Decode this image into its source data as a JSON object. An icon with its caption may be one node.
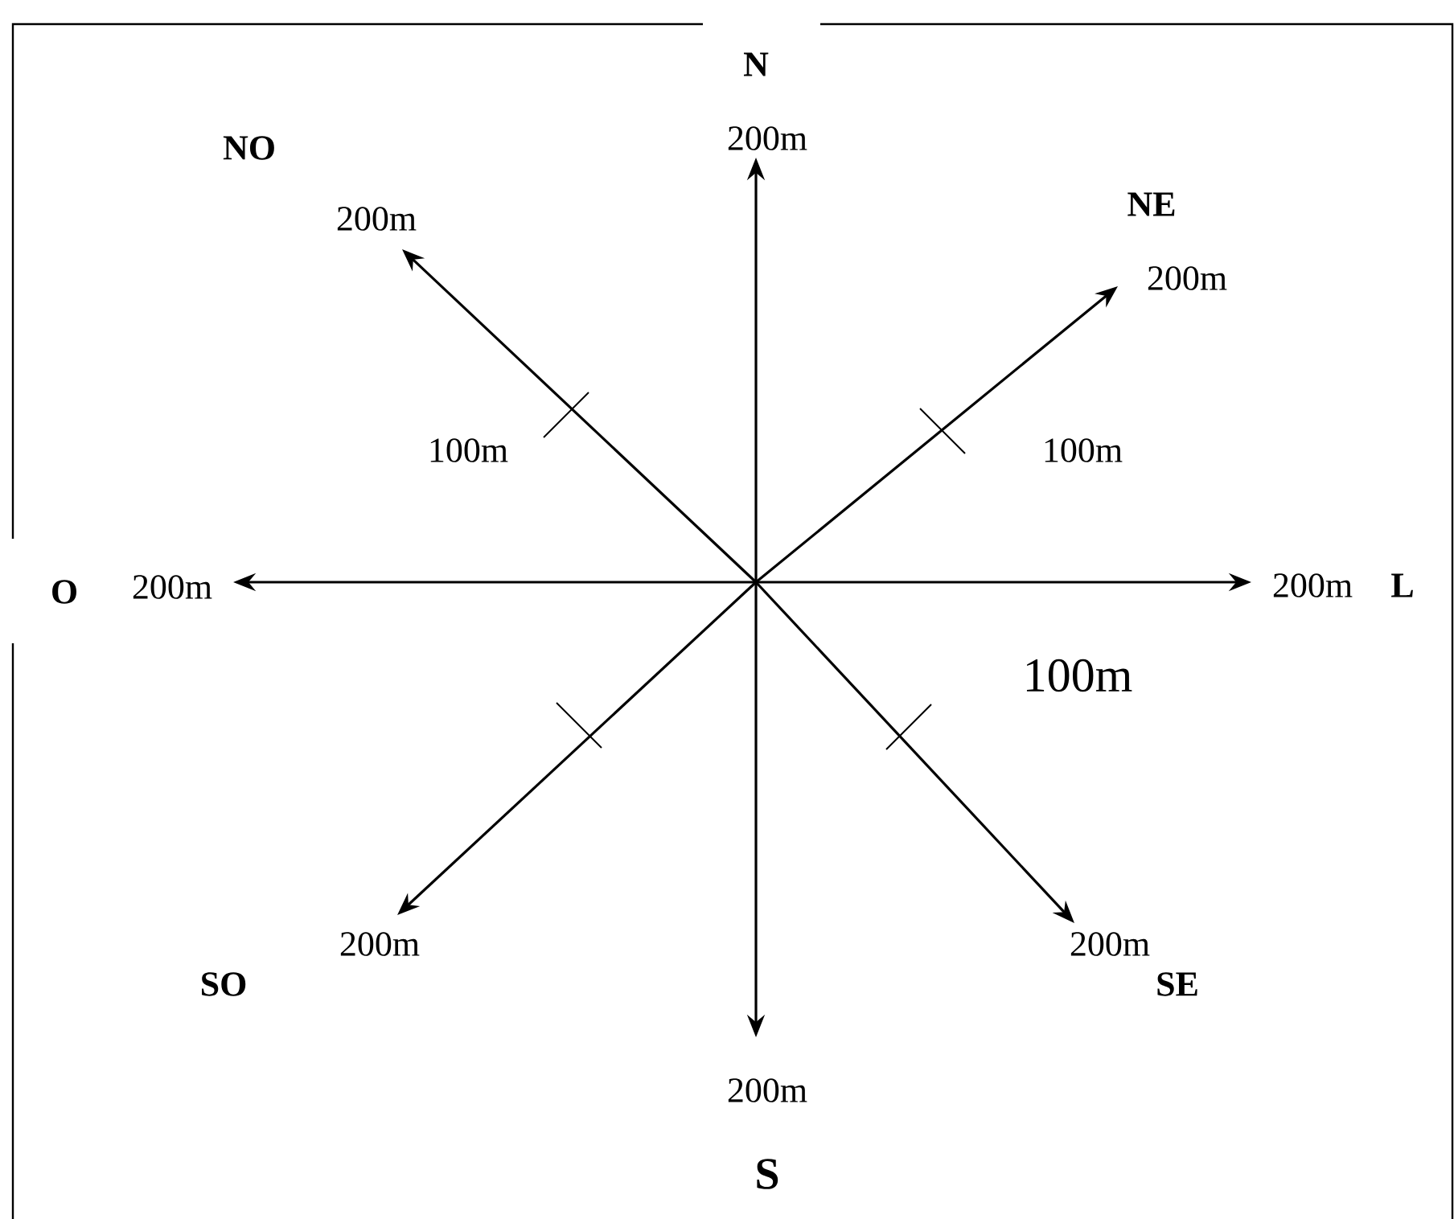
{
  "diagram": {
    "labels": [
      "N",
      "200m",
      "NO",
      "200m",
      "NE",
      "200m",
      "100m",
      "100m",
      "O",
      "200m",
      "200m",
      "L",
      "100m",
      "200m",
      "200m",
      "SO",
      "SE",
      "200m",
      "S"
    ]
  }
}
